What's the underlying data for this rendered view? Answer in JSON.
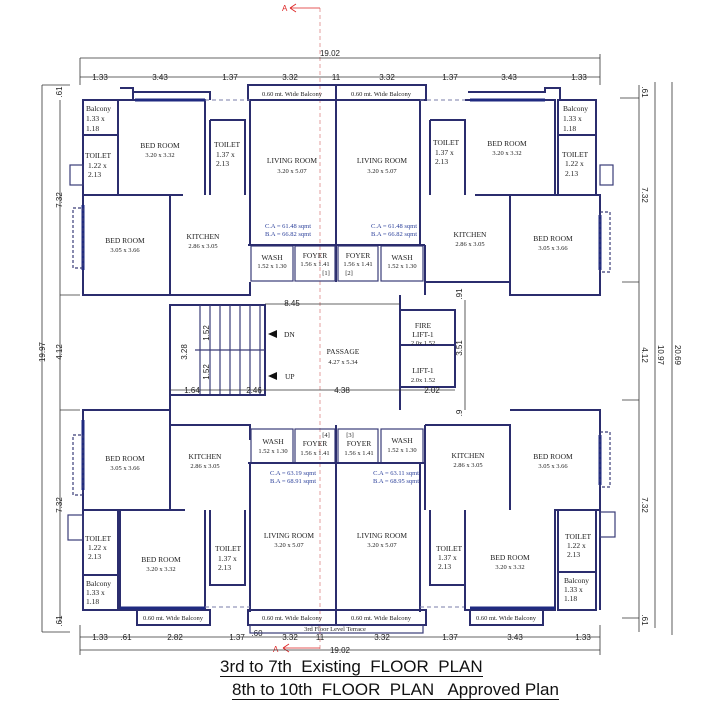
{
  "title_lines": [
    "3rd to 7th  Existing  FLOOR  PLAN",
    "8th to 10th  FLOOR  PLAN   Approved Plan"
  ],
  "section_marker": "A",
  "dimensions": {
    "overall_width": "19.02",
    "top": [
      "1.33",
      "3.43",
      "1.37",
      "3.32",
      "11",
      "3.32",
      "1.37",
      "3.43",
      "1.33"
    ],
    "bottom": [
      "1.33",
      ".61",
      "2.82",
      "1.37",
      ".60",
      "3.32",
      "11",
      "3.32",
      "1.37",
      "3.43",
      "1.33"
    ],
    "left": [
      ".61",
      "7.32",
      "4.12",
      "7.32",
      ".61"
    ],
    "left_total": "19.97",
    "right": [
      ".61",
      "7.32",
      "4.12",
      "7.32",
      ".61"
    ],
    "right_mid": "10.97",
    "right_total": "20.69",
    "core": {
      "passage_top": "8.45",
      "stair_height": "3.28",
      "stair_flight_1": "1.52",
      "stair_flight_2": "1.52",
      "stair_landing": "1.64",
      "stair_run": "2.46",
      "passage_bottom": "4.38",
      "lift_width": "2.02",
      "lift_height": "3.51",
      "gap_top": ".91",
      "gap_bottom": ".9"
    }
  },
  "rooms": {
    "balcony": {
      "name": "Balcony",
      "size_a": "1.33 x",
      "size_b": "1.18"
    },
    "toilet_small": {
      "name": "TOILET",
      "size_a": "1.22 x",
      "size_b": "2.13"
    },
    "toilet": {
      "name": "TOILET",
      "size_a": "1.37 x",
      "size_b": "2.13"
    },
    "bedroom_1": {
      "name": "BED ROOM",
      "size": "3.20 x 3.32"
    },
    "bedroom_2": {
      "name": "BED ROOM",
      "size": "3.05 x 3.66"
    },
    "living": {
      "name": "LIVING ROOM",
      "size": "3.20 x 5.07"
    },
    "kitchen": {
      "name": "KITCHEN",
      "size": "2.86 x 3.05"
    },
    "wash": {
      "name": "WASH",
      "size": "1.52 x 1.30"
    },
    "foyer": {
      "name": "FOYER",
      "size": "1.56 x 1.41"
    },
    "wide_balcony": "0.60 mt. Wide  Balcony",
    "passage": {
      "name": "PASSAGE",
      "size": "4.27 x 5.34"
    },
    "fire_lift": {
      "name_a": "FIRE",
      "name_b": "LIFT-1",
      "size": "2.0x 1.52"
    },
    "lift": {
      "name": "LIFT-1",
      "size": "2.0x 1.52"
    },
    "stairs": {
      "dn": "DN",
      "up": "UP"
    },
    "terrace": "3rd Floor Level Terrace"
  },
  "flats": [
    {
      "id": "[1]",
      "ca": "C.A = 61.48 sqmt",
      "ba": "B.A = 66.82 sqmt"
    },
    {
      "id": "[2]",
      "ca": "C.A = 61.48 sqmt",
      "ba": "B.A = 66.82 sqmt"
    },
    {
      "id": "[3]",
      "ca": "C.A = 63.11 sqmt",
      "ba": "B.A = 68.95 sqmt"
    },
    {
      "id": "[4]",
      "ca": "C.A = 63.19 sqmt",
      "ba": "B.A = 68.91 sqmt"
    }
  ],
  "colors": {
    "walls": "#2b2d6e",
    "area_text": "#2a3f9a",
    "section_line": "#d22222"
  }
}
